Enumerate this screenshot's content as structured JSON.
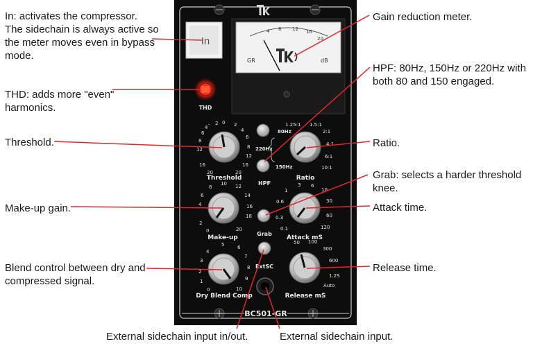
{
  "callouts": {
    "in": [
      "In: activates the compressor.",
      "The sidechain is always active so",
      "the meter moves even in bypass",
      "mode."
    ],
    "thd": [
      "THD: adds more \"even\"",
      "harmonics."
    ],
    "threshold": "Threshold.",
    "makeup": "Make-up gain.",
    "blend": [
      "Blend control between dry and",
      "compressed signal."
    ],
    "gr_meter": "Gain reduction meter.",
    "hpf": [
      "HPF: 80Hz, 150Hz or 220Hz with",
      "both 80 and 150 engaged."
    ],
    "ratio": "Ratio.",
    "grab": [
      "Grab: selects a harder threshold",
      "knee."
    ],
    "attack": "Attack time.",
    "release": "Release time.",
    "ext_sc_inout": "External sidechain input in/out.",
    "ext_sc_input": "External sidechain input."
  },
  "panel": {
    "model": "BC501-GR",
    "in_button": "In",
    "thd_label": "THD",
    "meter": {
      "left": "GR",
      "right": "dB",
      "scale": [
        "4",
        "8",
        "12",
        "16",
        "20"
      ]
    },
    "hpf_label": "HPF",
    "hpf_80": "80Hz",
    "hpf_220": "220Hz",
    "hpf_150": "150Hz",
    "grab_label": "Grab",
    "extsc_label": "ExtSC",
    "threshold_label": "Threshold",
    "ratio_label": "Ratio",
    "makeup_label": "Make-up",
    "attack_label": "Attack mS",
    "blend_label": "Dry Blend Comp",
    "release_label": "Release mS",
    "threshold_scale": [
      "-",
      "0",
      "2",
      "4",
      "6",
      "8",
      "12",
      "16",
      "20",
      "20",
      "16",
      "12",
      "8",
      "6",
      "4",
      "2"
    ],
    "ratio_scale": [
      "1.25:1",
      "1.5:1",
      "2:1",
      "4:1",
      "6:1",
      "10:1"
    ],
    "makeup_scale": [
      "2",
      "4",
      "6",
      "8",
      "10",
      "12",
      "14",
      "16",
      "18",
      "20",
      "0"
    ],
    "attack_scale": [
      "0.1",
      "0.3",
      "0.6",
      "1",
      "3",
      "6",
      "10",
      "30",
      "60",
      "120"
    ],
    "blend_scale": [
      "0",
      "1",
      "2",
      "3",
      "4",
      "5",
      "6",
      "7",
      "8",
      "9",
      "10"
    ],
    "release_scale": [
      "50",
      "100",
      "300",
      "600",
      "1.2S",
      "Auto"
    ]
  },
  "colors": {
    "panel": "#0d0d0d",
    "callout_line": "#e3262b",
    "thd_led": "#ff2a1a",
    "meter_face": "#f2f2f2"
  }
}
